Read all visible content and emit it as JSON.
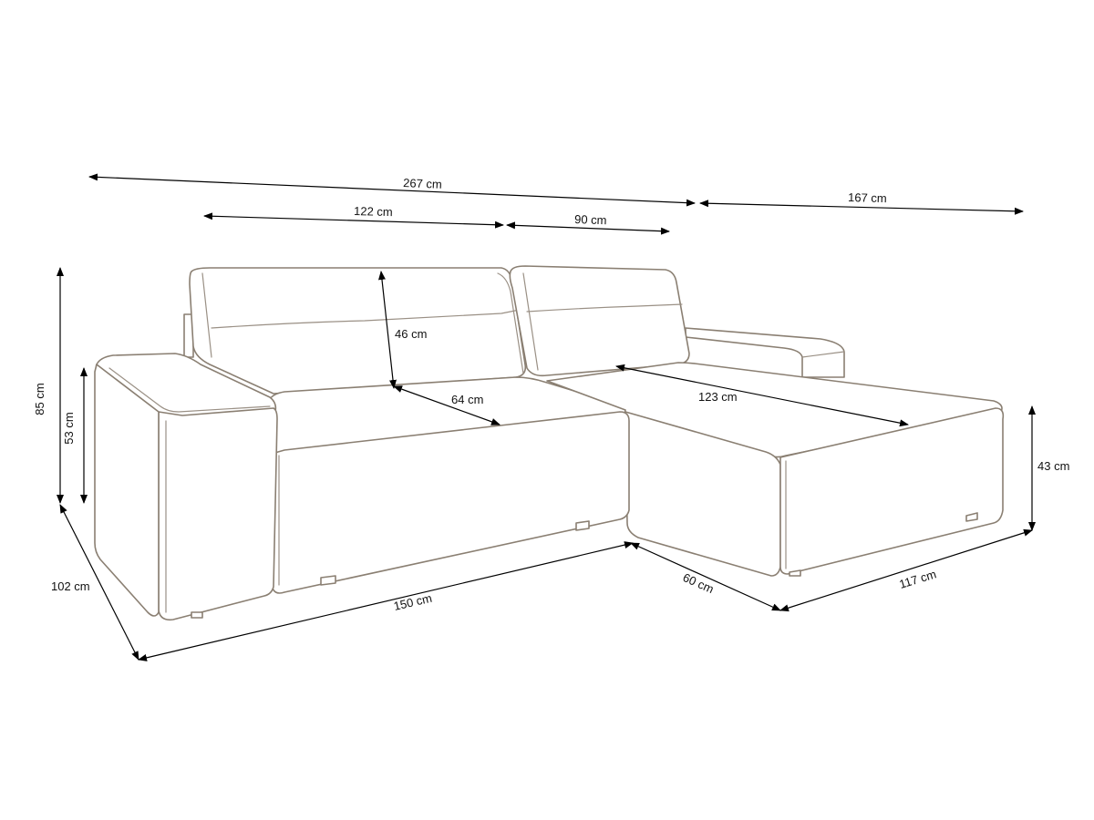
{
  "dimensions": {
    "total_width": "267 cm",
    "chaise_width": "167 cm",
    "seat_left_width": "122 cm",
    "seat_mid_width": "90 cm",
    "total_height": "85 cm",
    "armrest_height": "53 cm",
    "backrest_height": "46 cm",
    "seat_depth": "64 cm",
    "chaise_seat_length": "123 cm",
    "chaise_height": "43 cm",
    "total_depth": "102 cm",
    "front_length": "150 cm",
    "chaise_front_width": "60 cm",
    "chaise_length": "117 cm"
  }
}
